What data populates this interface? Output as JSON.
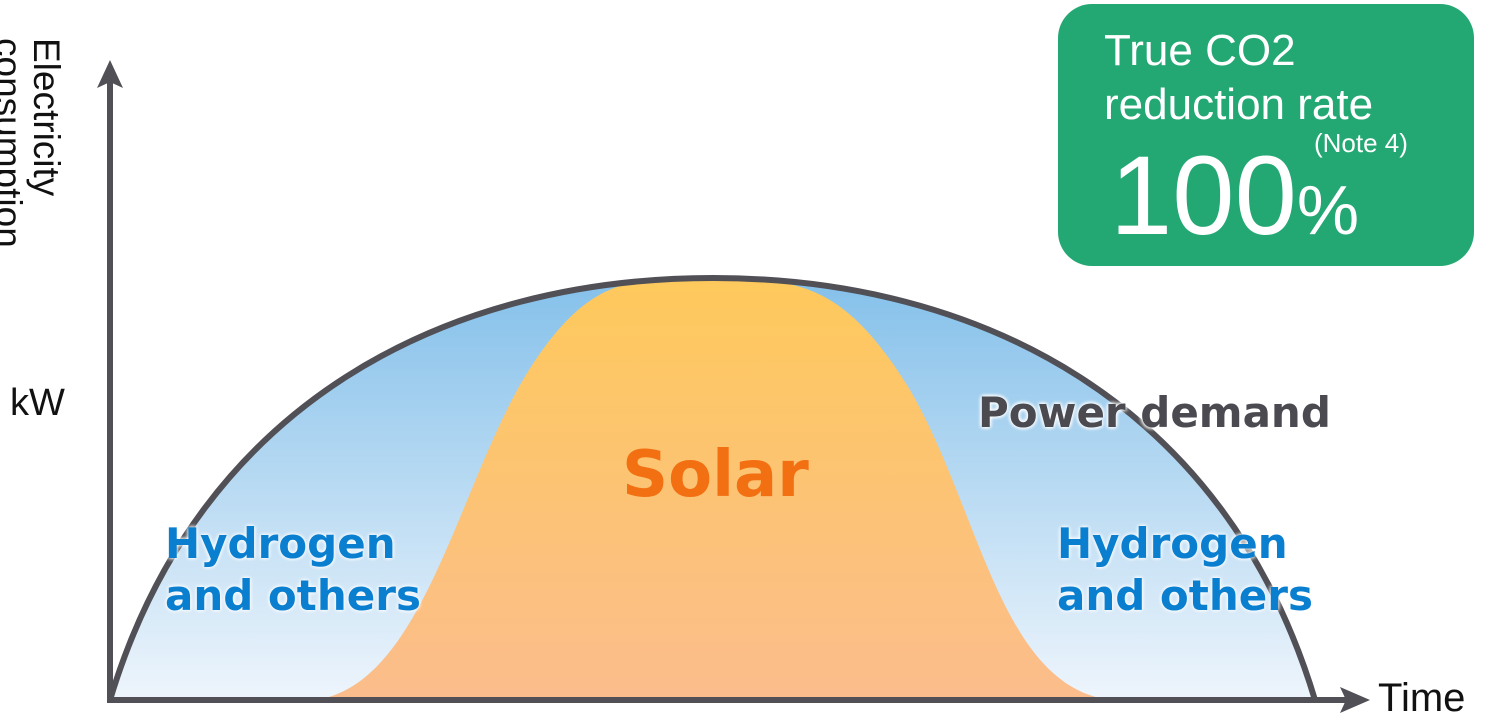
{
  "axes": {
    "y_label_line1": "Electricity",
    "y_label_line2": "consumption",
    "y_unit": "kW",
    "x_label": "Time"
  },
  "areas": {
    "solar_label": "Solar",
    "hydrogen_left_line1": "Hydrogen",
    "hydrogen_left_line2": "and others",
    "hydrogen_right_line1": "Hydrogen",
    "hydrogen_right_line2": "and others",
    "demand_label": "Power demand"
  },
  "badge": {
    "line1": "True CO2",
    "line2": "reduction rate",
    "note": "(Note 4)",
    "value": "100",
    "unit": "%"
  },
  "colors": {
    "solar": "#f26f12",
    "hydrogen": "#0b7fcf",
    "badge": "#23a873",
    "axis": "#505056"
  }
}
